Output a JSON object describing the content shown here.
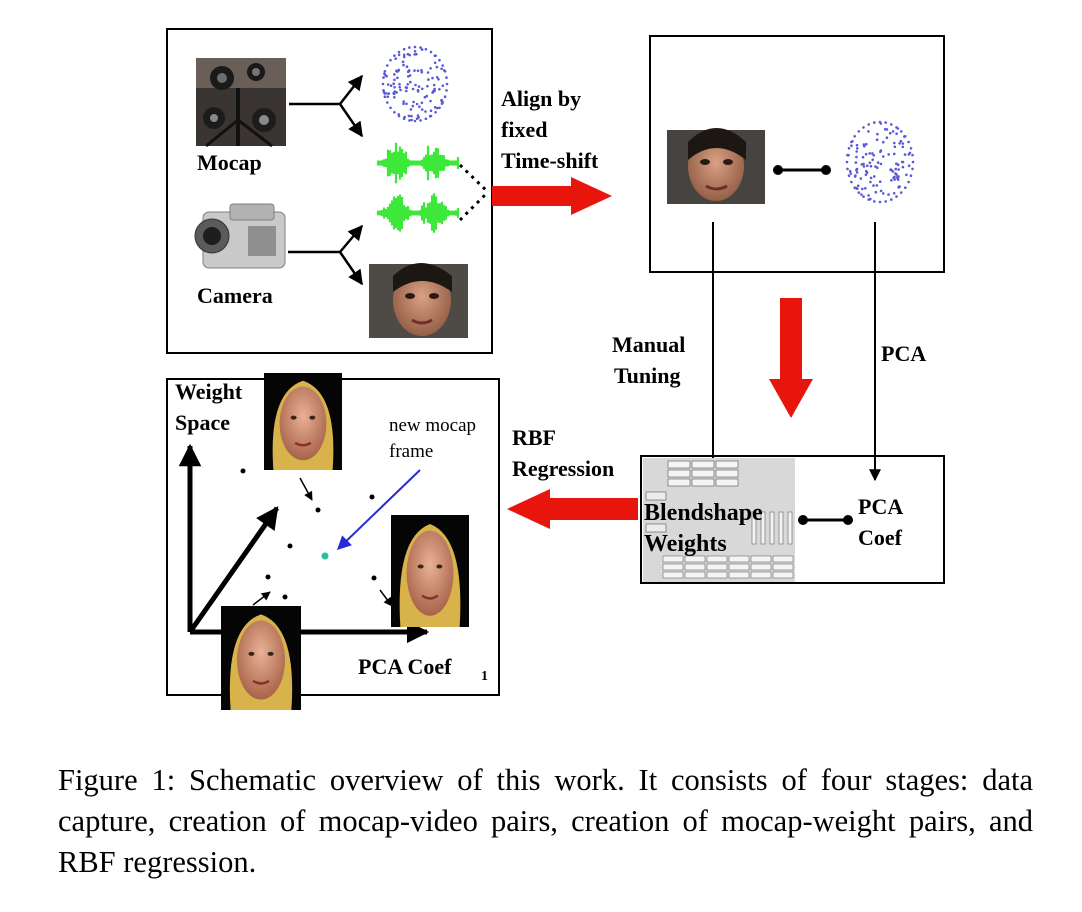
{
  "figure": {
    "stage1": {
      "mocap_label": "Mocap",
      "camera_label": "Camera"
    },
    "align_label": [
      "Align by",
      "fixed",
      "Time-shift"
    ],
    "manual_tuning_label": [
      "Manual",
      "Tuning"
    ],
    "pca_label": "PCA",
    "rbf_label": [
      "RBF",
      "Regression"
    ],
    "blendshape_label": [
      "Blendshape",
      "Weights"
    ],
    "pca_coef_label": [
      "PCA",
      "Coef"
    ],
    "weight_space_label": [
      "Weight",
      "Space"
    ],
    "new_mocap_label": [
      "new mocap",
      "frame"
    ],
    "axis_label": "PCA  Coef",
    "axis_subscript": "1"
  },
  "caption": "Figure 1:  Schematic overview of this work.  It consists of four stages:  data capture, creation of mocap-video pairs, creation of mocap-weight pairs, and RBF regression.",
  "colors": {
    "arrow_red": "#e8150d",
    "audio_green": "#3ee83a",
    "marker_blue": "#5858d8",
    "new_frame_teal": "#22c0a0",
    "new_frame_arrow": "#2a2ad8",
    "skin": "#c98f72",
    "avatar_hair": "#d8b24a"
  }
}
